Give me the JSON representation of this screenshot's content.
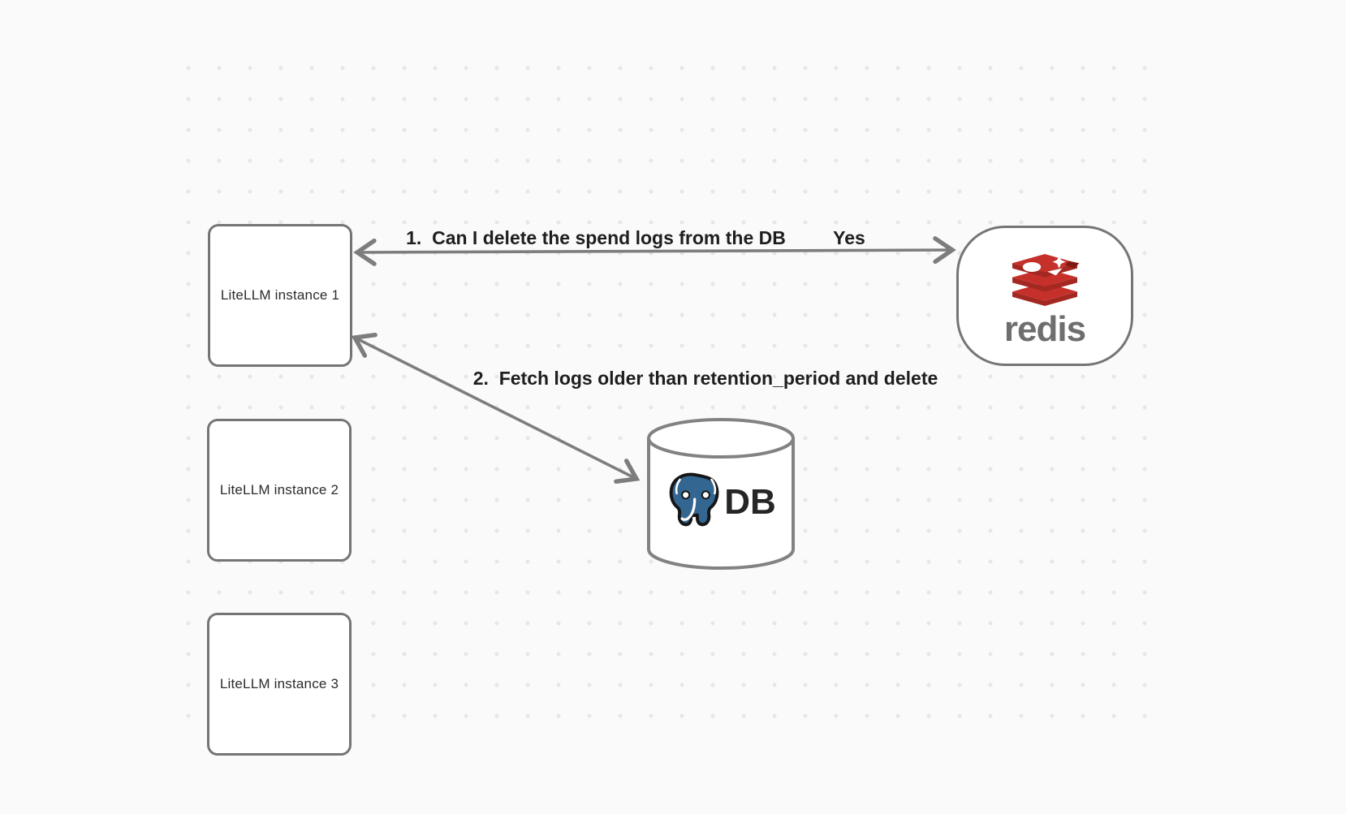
{
  "canvas": {
    "background": "#fafafa",
    "dot_color": "#e7e7e7",
    "stroke_color": "#757575",
    "arrow_color": "#7d7d7d",
    "text_color": "#1e1e1e"
  },
  "nodes": {
    "instance1": {
      "label": "LiteLLM instance 1"
    },
    "instance2": {
      "label": "LiteLLM instance 2"
    },
    "instance3": {
      "label": "LiteLLM instance 3"
    },
    "redis": {
      "wordmark": "redis",
      "icon": "redis-stack-icon",
      "brand_red": "#c6302b",
      "brand_red_dark": "#a32822",
      "wordmark_color": "#6e6e6e"
    },
    "db": {
      "label": "DB",
      "icon": "postgresql-elephant-icon",
      "postgres_blue": "#336791"
    }
  },
  "edges": {
    "edge1": {
      "label": "1.  Can I delete the spend logs from the DB",
      "response": "Yes",
      "from": "redis",
      "to": "instance1"
    },
    "edge2": {
      "label": "2.  Fetch logs older than retention_period and delete",
      "from": "instance1",
      "to": "db"
    }
  }
}
